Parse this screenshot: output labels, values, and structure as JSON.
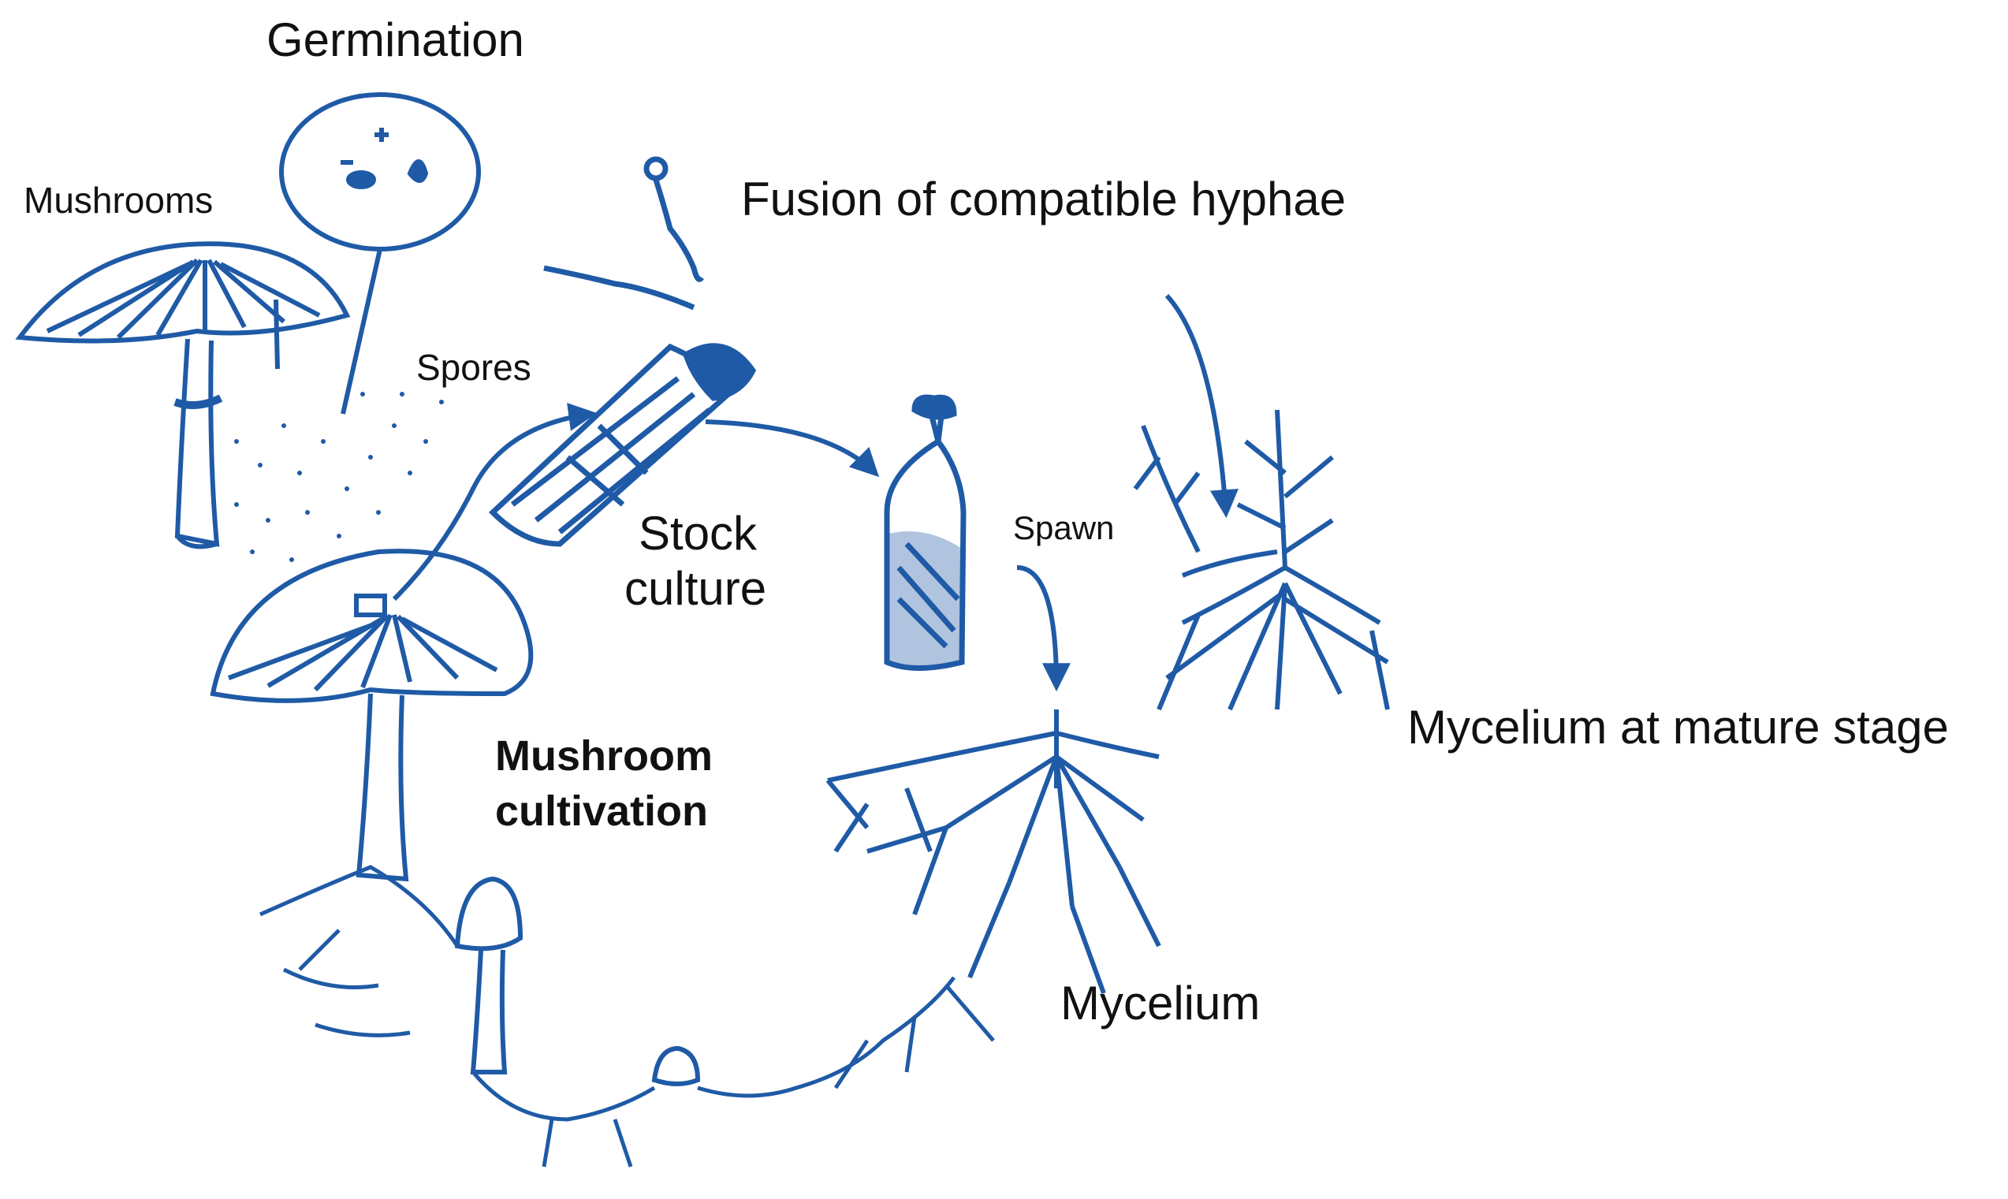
{
  "labels": {
    "germination": "Germination",
    "mushrooms": "Mushrooms",
    "fusion": "Fusion of compatible hyphae",
    "spores": "Spores",
    "stock_culture_line1": "Stock",
    "stock_culture_line2": "culture",
    "spawn": "Spawn",
    "mycelium_mature": "Mycelium at mature stage",
    "cultivation_line1": "Mushroom",
    "cultivation_line2": "cultivation",
    "mycelium": "Mycelium"
  },
  "colors": {
    "ink": "#1f5aa6",
    "text": "#111111",
    "background": "#ffffff"
  }
}
